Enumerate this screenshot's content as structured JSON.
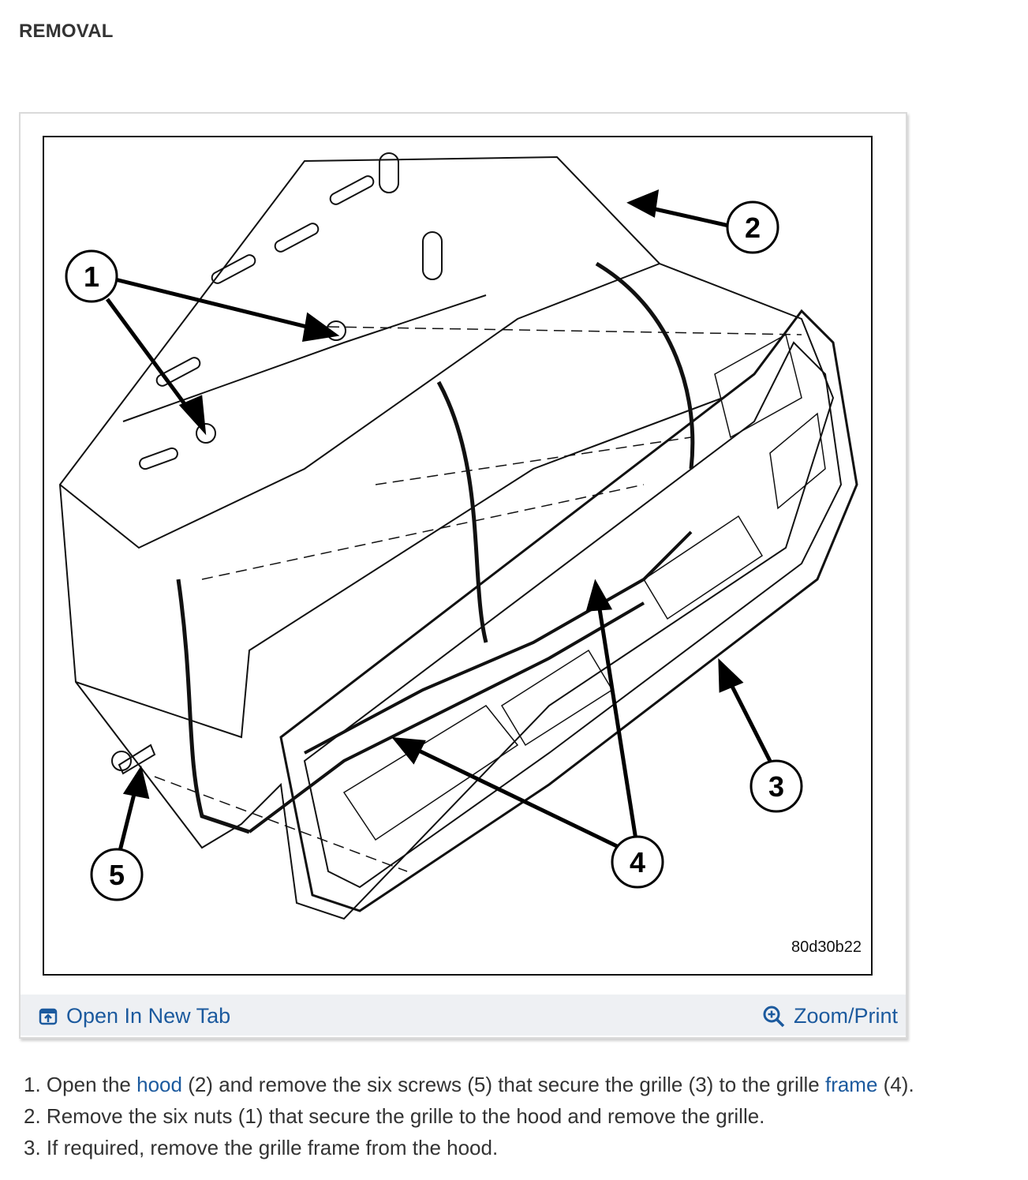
{
  "heading": "REMOVAL",
  "figure": {
    "figure_id": "80d30b22",
    "callouts": [
      "1",
      "2",
      "3",
      "4",
      "5"
    ]
  },
  "toolbar": {
    "open_label": "Open In New Tab",
    "zoom_label": "Zoom/Print",
    "open_icon": "open-new-tab-icon",
    "zoom_icon": "magnifier-plus-icon"
  },
  "steps": [
    {
      "num": "1.",
      "t1": "Open the ",
      "link1": "hood",
      "t2": " (2) and remove the six screws (5) that secure the grille (3) to the grille ",
      "link2": "frame",
      "t3": " (4)."
    },
    {
      "num": "2.",
      "text": "Remove the six nuts (1) that secure the grille to the hood and remove the grille."
    },
    {
      "num": "3.",
      "text": "If required, remove the grille frame from the hood."
    }
  ],
  "colors": {
    "link": "#1c5a9e",
    "toolbar_bg": "#eef0f3",
    "text": "#333333"
  }
}
